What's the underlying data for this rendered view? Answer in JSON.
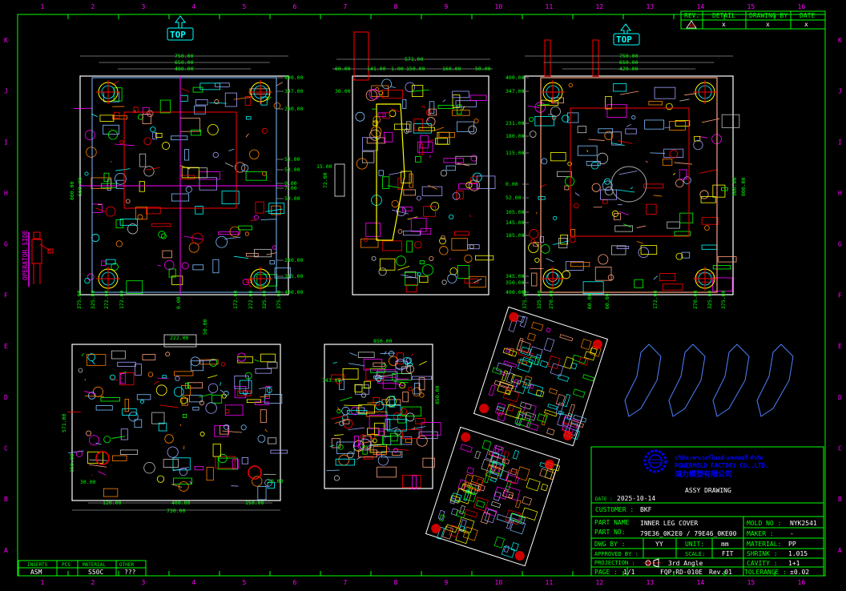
{
  "frame": {
    "columns": [
      "1",
      "2",
      "3",
      "4",
      "5",
      "6",
      "7",
      "8",
      "9",
      "10",
      "11",
      "12",
      "13",
      "14",
      "15",
      "16"
    ],
    "rows": [
      "K",
      "J",
      "I",
      "H",
      "G",
      "F",
      "E",
      "D",
      "C",
      "B",
      "A"
    ]
  },
  "revision_table": {
    "headers": [
      "REV.",
      "DETAIL",
      "DRAWING BY",
      "DATE"
    ],
    "rev_symbol": "00",
    "values": [
      "x",
      "x",
      "x"
    ]
  },
  "views": {
    "top_label_left": "TOP",
    "top_label_right": "TOP",
    "operator_side": "OPERATOR SIDE",
    "front": {
      "top_dims": [
        "750.00",
        "650.00",
        "480.00"
      ],
      "right_dims": [
        "400.00",
        "347.00",
        "280.00",
        "53.00",
        "53.00",
        "0.00",
        "7.00",
        "53.00",
        "280.00",
        "345.00",
        "400.00"
      ],
      "left_dims": [
        "800.00",
        "560.00"
      ],
      "bottom_dims": [
        "375.00",
        "325.00",
        "272.00",
        "172.00",
        "0.00",
        "172.00",
        "272.00",
        "325.00",
        "375.00"
      ]
    },
    "side": {
      "top_dims": [
        "571.00",
        "60.00",
        "141.00",
        "1.00",
        "150.00",
        "160.00",
        "50.00"
      ],
      "left_dims": [
        "30.00",
        "15.00",
        "72.00"
      ]
    },
    "back": {
      "top_dims": [
        "750.00",
        "650.00",
        "420.00"
      ],
      "left_dims": [
        "400.00",
        "347.00",
        "231.00",
        "180.00",
        "115.00",
        "0.00",
        "52.00",
        "105.00",
        "145.00",
        "185.00",
        "345.00",
        "350.00",
        "400.00"
      ],
      "right_dims": [
        "800.00",
        "560.00"
      ],
      "bottom_dims": [
        "375.00",
        "325.00",
        "270.00",
        "60.00",
        "60.00",
        "172.00",
        "270.00",
        "325.00",
        "375.00"
      ]
    },
    "section": {
      "top_dims": [
        "222.00",
        "50.00"
      ],
      "left_dims": [
        "571.00",
        "30.00",
        "150.00"
      ],
      "bottom_dims": [
        "730.00",
        "400.00",
        "120.00",
        "150.00",
        "50.00"
      ]
    },
    "section2": {
      "dims": [
        "850.00",
        "343.00",
        "850.00"
      ]
    }
  },
  "title_block": {
    "company_thai": "บริษัท เพาเวอร์โมลด์ แฟคตอรี่ จำกัด",
    "company_en": "POWERMOLD FACTORY CO.,LTD.",
    "company_cn": "鴻力模塑有限公司",
    "drawing_title": "ASSY DRAWING",
    "date_label": "DATE :",
    "date_value": "2025-10-14",
    "customer_label": "CUSTOMER :",
    "customer_value": "BKF",
    "part_name_label": "PART NAME",
    "part_name_value": "INNER LEG COVER",
    "part_no_label": "PART NO:",
    "part_no_value": "79E36_0K2E0 / 79E46_0KE00",
    "dwg_by_label": "DWG BY :",
    "dwg_by_value": "YY",
    "unit_label": "UNIT:",
    "unit_value": "mm",
    "approved_by_label": "APPROVED BY :",
    "approved_by_value": "",
    "scale_label": "SCALE:",
    "scale_value": "FIT",
    "projection_label": "PROJECTION :",
    "projection_value": "3rd Angle",
    "page_label": "PAGE :",
    "page_value": "1/1",
    "doc_no": "FQP-RD-010E",
    "rev": "Rev.01",
    "mold_no_label": "MOLD NO :",
    "mold_no_value": "NYK2541",
    "maker_label": "MAKER :",
    "maker_value": "-",
    "material_label": "MATERIAL:",
    "material_value": "PP",
    "shrink_label": "SHRINK :",
    "shrink_value": "1.015",
    "cavity_label": "CAVITY :",
    "cavity_value": "1+1",
    "tolerance_label": "TOLERANCE :",
    "tolerance_value": "±0.02"
  },
  "inserts_table": {
    "headers": [
      "INSERTS",
      "PCS",
      "MATERIAL",
      "OTHER"
    ],
    "values": [
      "ASM",
      "",
      "S50C",
      "???"
    ]
  },
  "colors": {
    "frame": "#00ff00",
    "ruler": "#ff00ff",
    "text": "#ffffff",
    "logo": "#0000ff",
    "top_label": "#00ffff"
  }
}
